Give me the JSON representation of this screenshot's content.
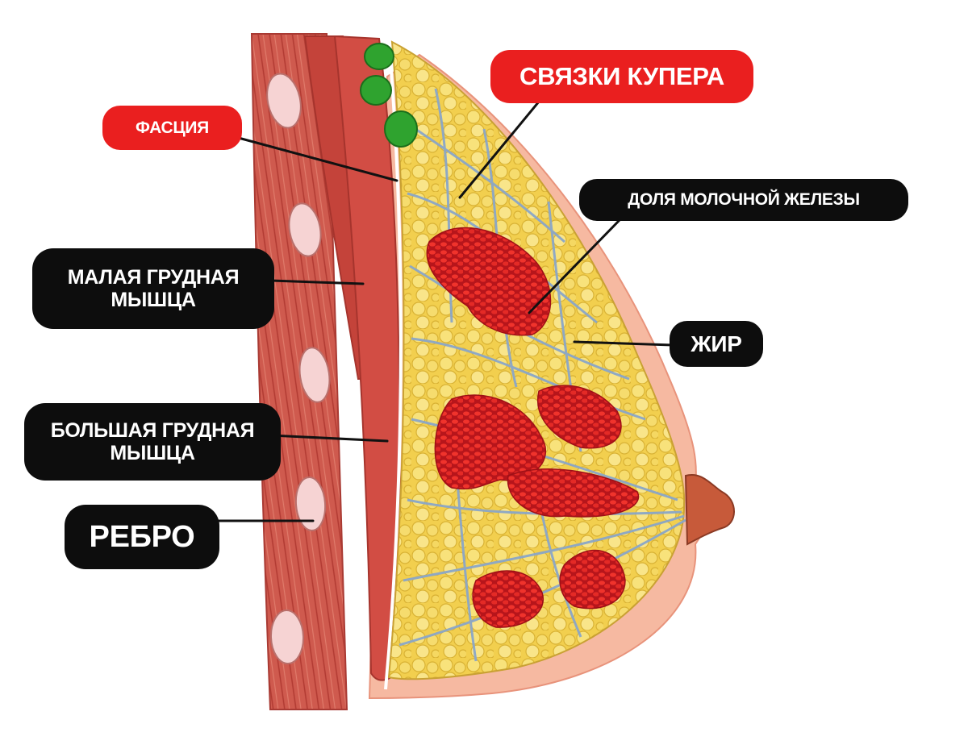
{
  "labels": {
    "fascia": "ФАСЦИЯ",
    "cooper": "СВЯЗКИ КУПЕРА",
    "lobe": "ДОЛЯ МОЛОЧНОЙ ЖЕЛЕЗЫ",
    "pec_minor": "МАЛАЯ ГРУДНАЯ\nМЫШЦА",
    "fat": "ЖИР",
    "pec_major": "БОЛЬШАЯ ГРУДНАЯ\nМЫШЦА",
    "rib": "РЕБРО"
  },
  "colors": {
    "label_dark": "#0d0d0d",
    "label_highlight": "#ea1f1f",
    "label_text": "#ffffff",
    "muscle": "#c9473f",
    "fat": "#f3d45a",
    "gland": "#dd2a22",
    "lymph": "#2fa32f",
    "ligament": "#8aa6c8",
    "skin": "#f6b9a1"
  }
}
